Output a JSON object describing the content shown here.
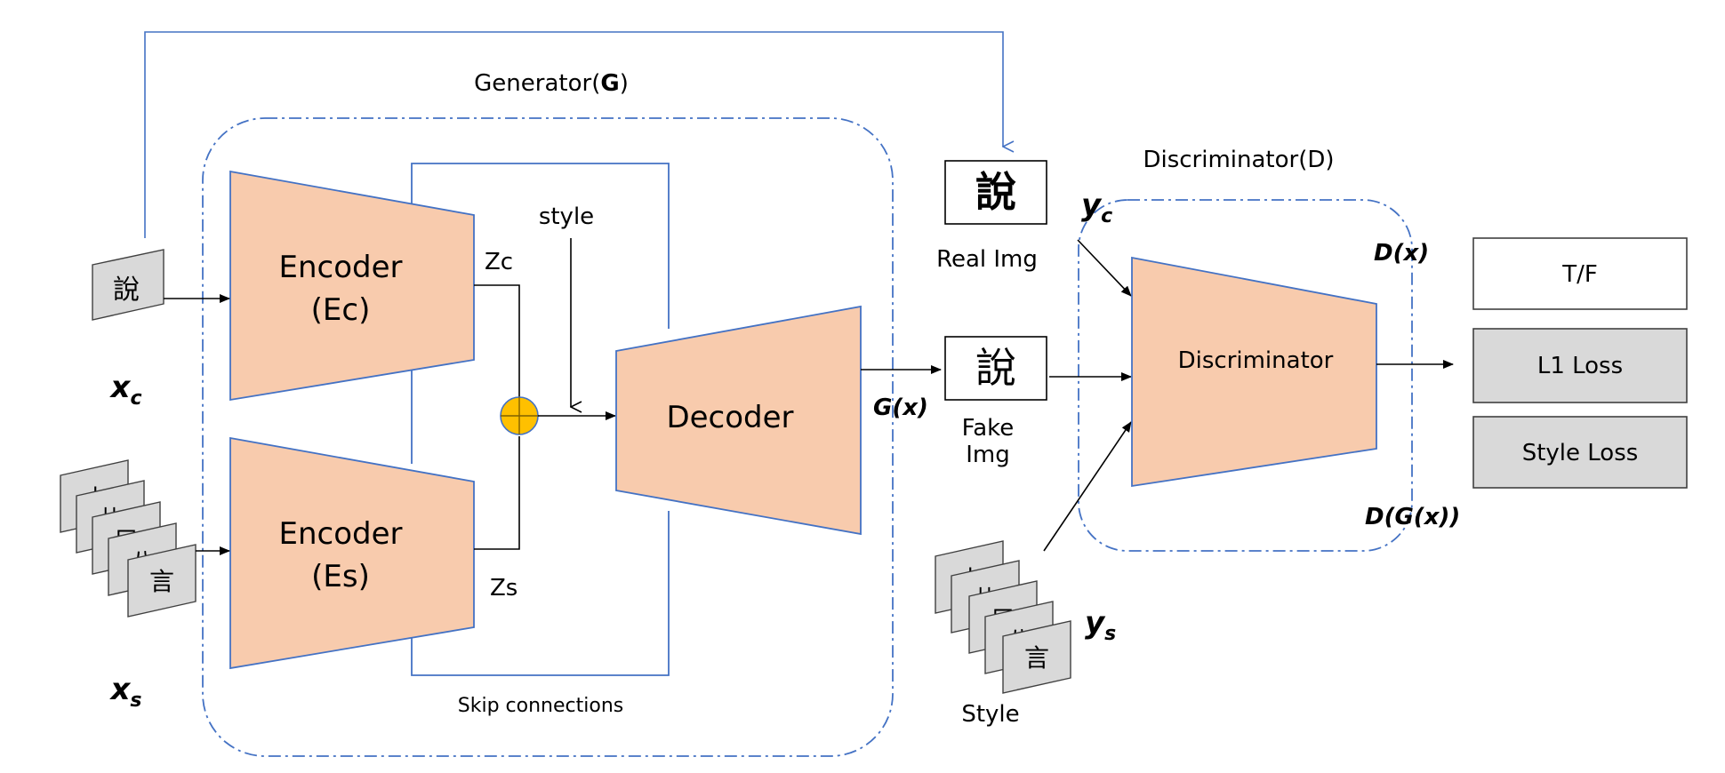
{
  "generator": {
    "title_prefix": "Generator(",
    "title_bold": "G",
    "title_suffix": ")",
    "encoder_c": {
      "line1": "Encoder",
      "line2": "(Ec)"
    },
    "encoder_s": {
      "line1": "Encoder",
      "line2": "(Es)"
    },
    "decoder": "Decoder",
    "zc": "Zc",
    "zs": "Zs",
    "style": "style",
    "skip": "Skip connections"
  },
  "inputs": {
    "xc_main": "x",
    "xc_sub": "c",
    "xs_main": "x",
    "xs_sub": "s",
    "content_glyph": "說",
    "style_glyphs": [
      "丿",
      "儿",
      "口",
      "八",
      "言"
    ]
  },
  "middle": {
    "gx": "G(x)",
    "real_glyph": "說",
    "real_label": "Real Img",
    "fake_glyph": "說",
    "fake_line1": "Fake",
    "fake_line2": "Img",
    "yc_main": "y",
    "yc_sub": "c",
    "ys_main": "y",
    "ys_sub": "s",
    "style_label": "Style"
  },
  "discriminator": {
    "title": "Discriminator(D)",
    "body": "Discriminator",
    "dx": "D(x)",
    "dgx": "D(G(x))"
  },
  "outputs": {
    "tf": "T/F",
    "l1": "L1 Loss",
    "style_loss": "Style Loss"
  },
  "colors": {
    "block_fill": "#f8cbad",
    "block_stroke": "#4472c4",
    "connector": "#4472c4",
    "sum_fill": "#ffc000",
    "loss_fill": "#d9d9d9"
  }
}
